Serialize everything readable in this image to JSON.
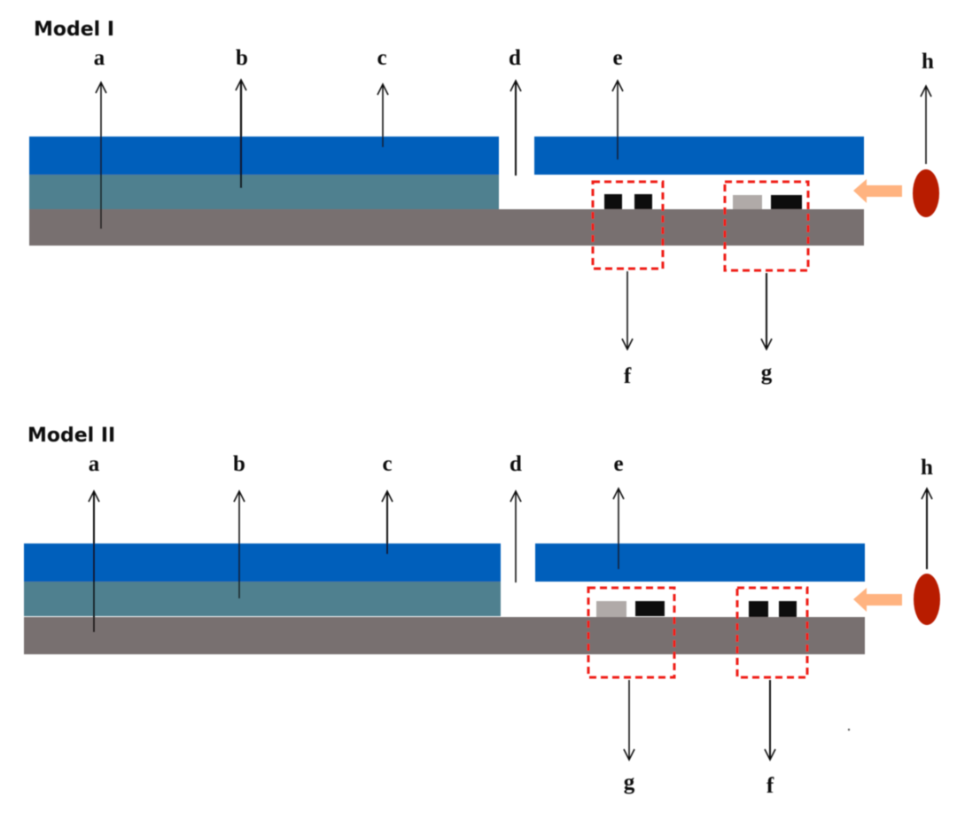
{
  "colors": {
    "blue_layer": "#005ebb",
    "teal_layer": "#4f808f",
    "gray_substrate": "#787070",
    "black_block": "#0e0e0c",
    "gray_block": "#b0aaa8",
    "dashed_box": "#ef1c12",
    "orange_arrow": "#ffb380",
    "red_source": "#b81a05"
  },
  "models": [
    {
      "title": "Model I",
      "labels": {
        "a": "a",
        "b": "b",
        "c": "c",
        "d": "d",
        "e": "e",
        "h": "h"
      },
      "boxes": [
        {
          "label": "f",
          "blocks": [
            "black",
            "black"
          ]
        },
        {
          "label": "g",
          "blocks": [
            "gray",
            "black"
          ]
        }
      ]
    },
    {
      "title": "Model II",
      "labels": {
        "a": "a",
        "b": "b",
        "c": "c",
        "d": "d",
        "e": "e",
        "h": "h"
      },
      "boxes": [
        {
          "label": "g",
          "blocks": [
            "gray",
            "black"
          ]
        },
        {
          "label": "f",
          "blocks": [
            "black",
            "black"
          ]
        }
      ]
    }
  ]
}
